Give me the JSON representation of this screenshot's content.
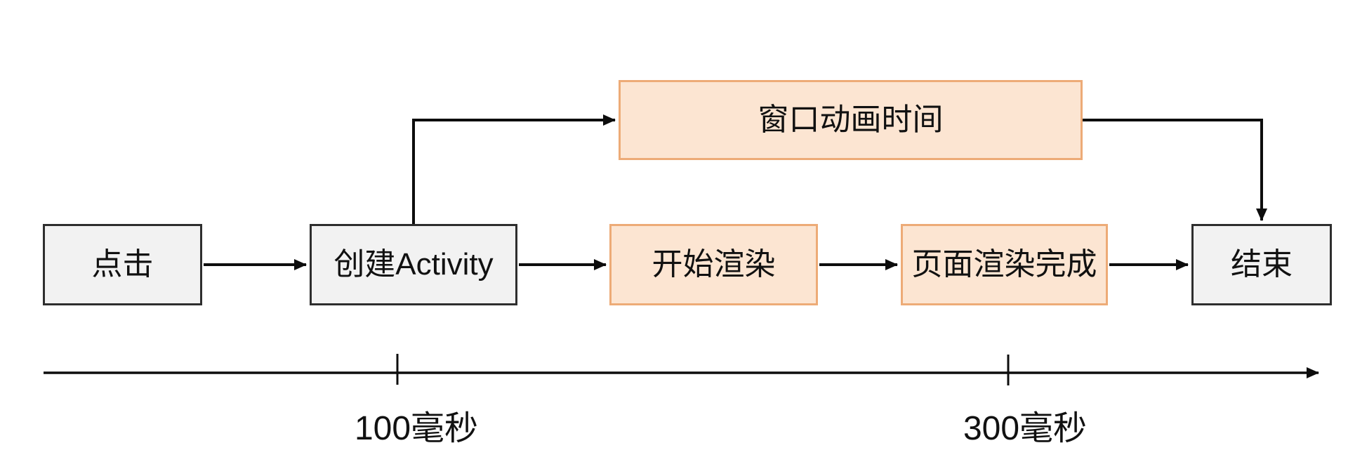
{
  "diagram": {
    "description": "Activity launch rendering timeline flowchart",
    "nodes": {
      "click": {
        "label": "点击"
      },
      "create_activity": {
        "label": "创建Activity"
      },
      "window_animation": {
        "label": "窗口动画时间"
      },
      "start_render": {
        "label": "开始渲染"
      },
      "render_complete": {
        "label": "页面渲染完成"
      },
      "end": {
        "label": "结束"
      }
    },
    "edges": [
      {
        "from": "click",
        "to": "create_activity"
      },
      {
        "from": "create_activity",
        "to": "window_animation"
      },
      {
        "from": "create_activity",
        "to": "start_render"
      },
      {
        "from": "start_render",
        "to": "render_complete"
      },
      {
        "from": "render_complete",
        "to": "end"
      },
      {
        "from": "window_animation",
        "to": "end"
      }
    ],
    "timeline": {
      "tick_labels": [
        "100毫秒",
        "300毫秒"
      ]
    },
    "colors": {
      "node_gray_fill": "#f2f2f2",
      "node_gray_border": "#2e2e2e",
      "node_orange_fill": "#fce5d2",
      "node_orange_border": "#edab77",
      "connector": "#0d0d0d",
      "text": "#111111"
    }
  }
}
